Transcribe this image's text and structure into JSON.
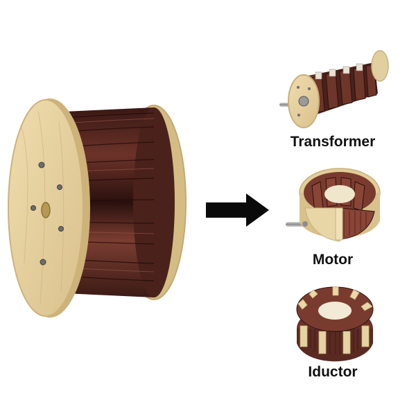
{
  "labels": {
    "transformer": "Transformer",
    "motor": "Motor",
    "inductor": "Iductor"
  },
  "icons": {
    "spool": "wire-spool-icon",
    "arrow": "right-arrow-icon",
    "transformer": "transformer-icon",
    "motor": "motor-icon",
    "inductor": "toroid-inductor-icon"
  },
  "colors": {
    "copper": "#5a2a22",
    "copper_light": "#8a4a3c",
    "wood": "#e6d3a3",
    "wood_edge": "#d8be85",
    "arrow": "#0a0a0a"
  }
}
